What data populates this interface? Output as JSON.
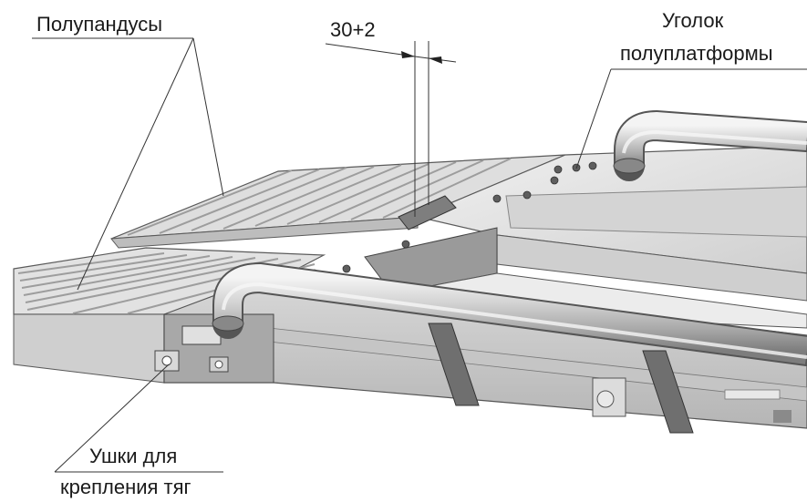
{
  "labels": {
    "half_ramps": "Полупандусы",
    "dimension": "30+2",
    "platform_angle_line1": "Уголок",
    "platform_angle_line2": "полуплатформы",
    "lugs_line1": "Ушки для",
    "lugs_line2": "крепления тяг"
  },
  "colors": {
    "background": "#ffffff",
    "steel_light": "#e6e6e6",
    "steel_mid": "#c8c8c8",
    "steel_dark": "#8f8f8f",
    "rail_metal": "#b7b7b7",
    "brace_dark": "#6f6f6f",
    "line": "#333333"
  }
}
